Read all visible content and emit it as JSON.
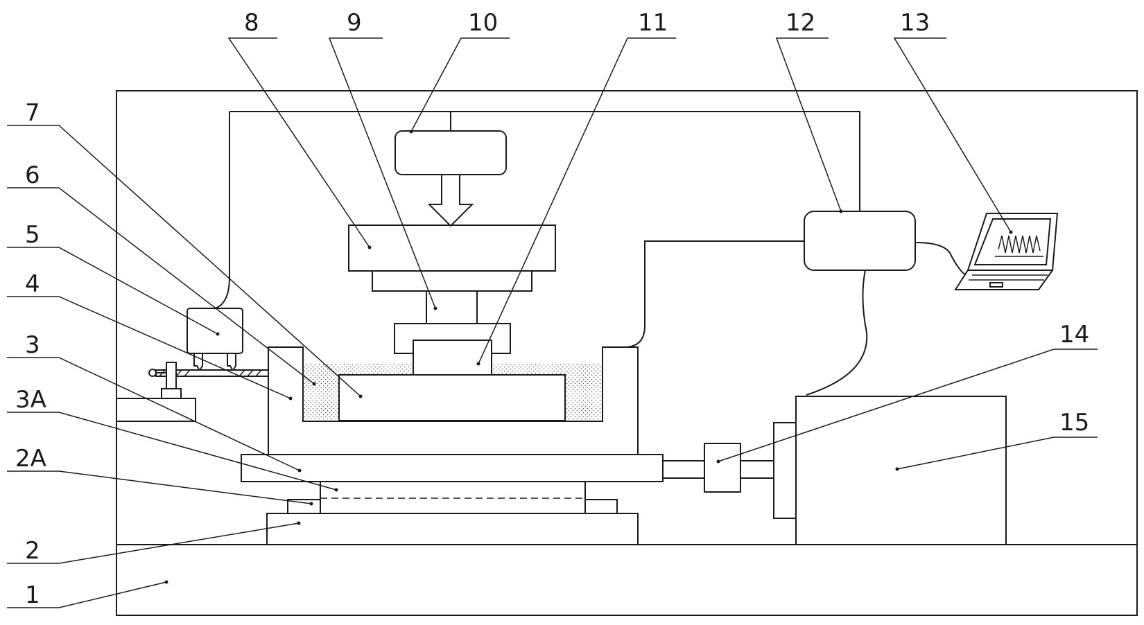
{
  "labels": {
    "l1": "1",
    "l2": "2",
    "l2a": "2A",
    "l3": "3",
    "l3a": "3A",
    "l4": "4",
    "l5": "5",
    "l6": "6",
    "l7": "7",
    "l8": "8",
    "l9": "9",
    "l10": "10",
    "l11": "11",
    "l12": "12",
    "l13": "13",
    "l14": "14",
    "l15": "15"
  },
  "colors": {
    "line": "#1a1a1a",
    "background": "#ffffff"
  }
}
